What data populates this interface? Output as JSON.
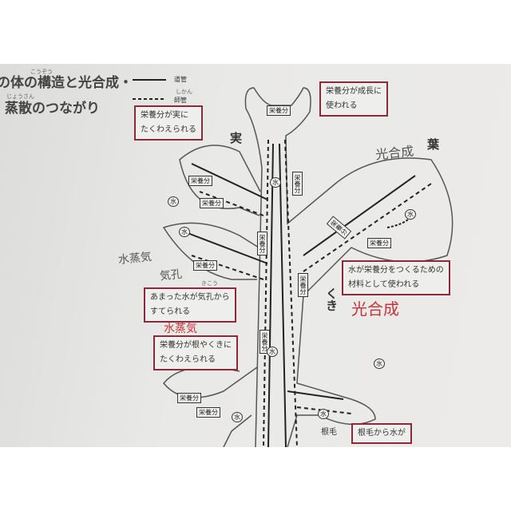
{
  "header": {
    "title_line1": "の体の構造と光合成・",
    "title_line2": "蒸散のつながり",
    "ruby1": "こうぞう",
    "ruby2": "じょうさん"
  },
  "legend": {
    "xylem": "道管",
    "phloem": "師管",
    "phloem_ruby": "しかん"
  },
  "parts": {
    "fruit": "実",
    "leaf": "葉",
    "stem": "くき",
    "root_hair": "根毛"
  },
  "notes": {
    "fruit": "栄養分が実に|たくわえられる",
    "growth": "栄養分が成長に|使われる",
    "photosynthesis": "水が栄養分をつくるための|材料として使われる",
    "transpiration": "あまった水が気孔から|すてられる",
    "root_store": "栄養分が根やくきに|たくわえられる",
    "root_water": "根毛から水が"
  },
  "note_ruby": "きこう",
  "tags": {
    "nutrient": "栄養分",
    "water": "水"
  },
  "handwriting": {
    "photosynthesis_leaf": "光合成",
    "photosynthesis_red": "光合成",
    "transpiration_red": "水蒸気",
    "transpiration_gray": "水蒸気",
    "stoma": "気孔"
  },
  "colors": {
    "note_border": "#8a2a38",
    "red_ink": "#c8323c"
  }
}
